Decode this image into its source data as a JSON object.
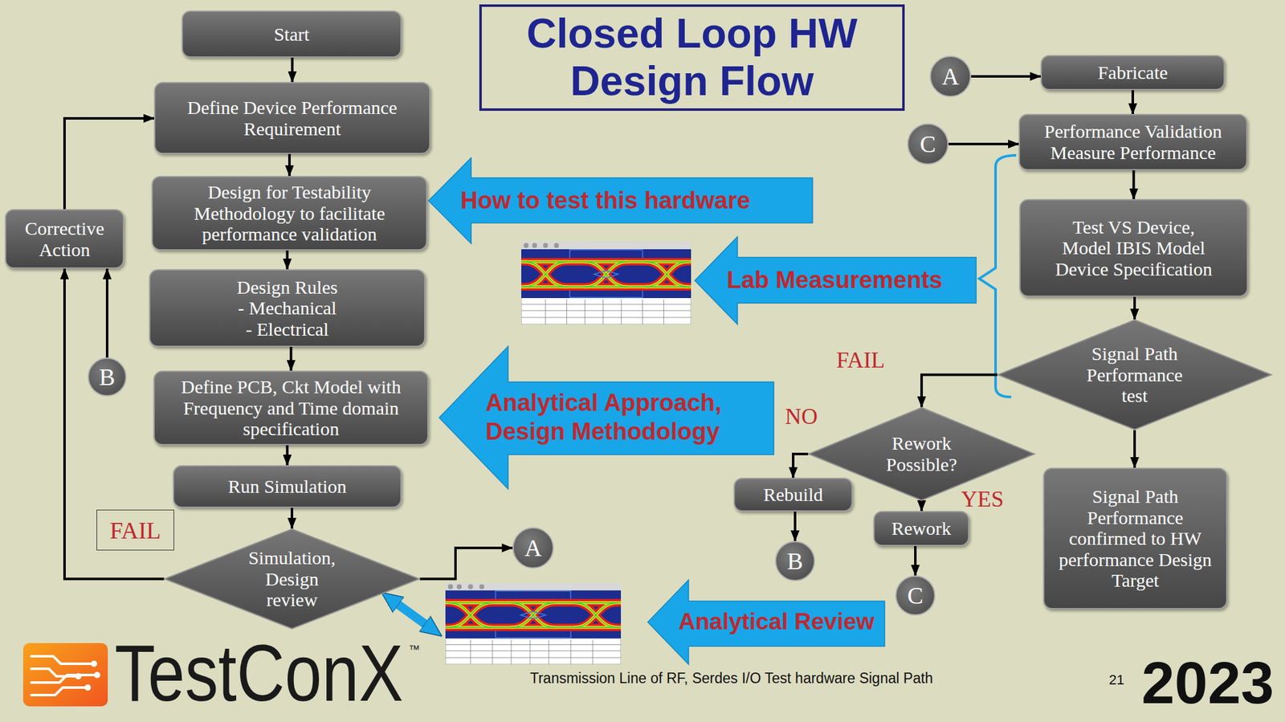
{
  "diagram": {
    "title": "Closed Loop HW Design Flow",
    "nodes": [
      {
        "text": [
          "Start"
        ]
      },
      {
        "text": [
          "Define Device Performance Requirement"
        ]
      },
      {
        "text": [
          "Design for Testability Methodology to facilitate performance validation"
        ]
      },
      {
        "text": [
          "Design Rules",
          "- Mechanical",
          "- Electrical"
        ]
      },
      {
        "text": [
          "Define PCB, Ckt Model with Frequency and Time domain specification"
        ]
      },
      {
        "text": [
          "Run Simulation"
        ]
      },
      {
        "text": [
          "Simulation, Design review"
        ]
      },
      {
        "text": [
          "Corrective Action"
        ]
      },
      {
        "text": [
          "B"
        ]
      },
      {
        "text": [
          "FAIL"
        ]
      },
      {
        "text": [
          "A"
        ]
      },
      {
        "text": [
          "How to test this hardware"
        ]
      },
      {
        "text": [
          "Lab Measurements"
        ]
      },
      {
        "text": [
          "Analytical Approach, Design Methodology"
        ]
      },
      {
        "text": [
          "Analytical Review"
        ]
      },
      {
        "text": [
          "A"
        ]
      },
      {
        "text": [
          "Fabricate"
        ]
      },
      {
        "text": [
          "C"
        ]
      },
      {
        "text": [
          "Performance Validation Measure Performance"
        ]
      },
      {
        "text": [
          "Test VS Device, Model IBIS Model Device Specification"
        ]
      },
      {
        "text": [
          "Signal Path Performance test"
        ]
      },
      {
        "text": [
          "Rework Possible?"
        ]
      },
      {
        "text": [
          "Rebuild"
        ]
      },
      {
        "text": [
          "Rework"
        ]
      },
      {
        "text": [
          "B"
        ]
      },
      {
        "text": [
          "C"
        ]
      },
      {
        "text": [
          "Signal Path Performance confirmed to HW performance Design Target"
        ]
      }
    ],
    "edges": [
      {
        "from": 0,
        "to": 1,
        "arrow": "to"
      },
      {
        "from": 1,
        "to": 2,
        "arrow": "to"
      },
      {
        "from": 2,
        "to": 3,
        "arrow": "to"
      },
      {
        "from": 3,
        "to": 4,
        "arrow": "to"
      },
      {
        "from": 4,
        "to": 5,
        "arrow": "to"
      },
      {
        "from": 5,
        "to": 6,
        "arrow": "to"
      },
      {
        "from": 6,
        "to": 7,
        "arrow": "to"
      },
      {
        "from": 7,
        "to": 1,
        "arrow": "to"
      },
      {
        "from": 8,
        "to": 7,
        "arrow": "to"
      },
      {
        "from": 6,
        "to": 10,
        "arrow": "to"
      },
      {
        "from": 15,
        "to": 16,
        "arrow": "to"
      },
      {
        "from": 16,
        "to": 18,
        "arrow": "to"
      },
      {
        "from": 17,
        "to": 18,
        "arrow": "to"
      },
      {
        "from": 18,
        "to": 19,
        "arrow": "to"
      },
      {
        "from": 19,
        "to": 20,
        "arrow": "to"
      },
      {
        "from": 20,
        "to": 21,
        "label": "FAIL",
        "arrow": "to"
      },
      {
        "from": 21,
        "to": 22,
        "label": "NO",
        "arrow": "to"
      },
      {
        "from": 21,
        "to": 23,
        "label": "YES",
        "arrow": "to"
      },
      {
        "from": 22,
        "to": 24,
        "arrow": "to"
      },
      {
        "from": 23,
        "to": 25,
        "arrow": "to"
      },
      {
        "from": 20,
        "to": 26,
        "arrow": "to"
      }
    ],
    "labels": [
      "TestConX",
      "™",
      "Transmission Line of RF, Serdes I/O Test hardware Signal Path",
      "21",
      "2023"
    ]
  }
}
